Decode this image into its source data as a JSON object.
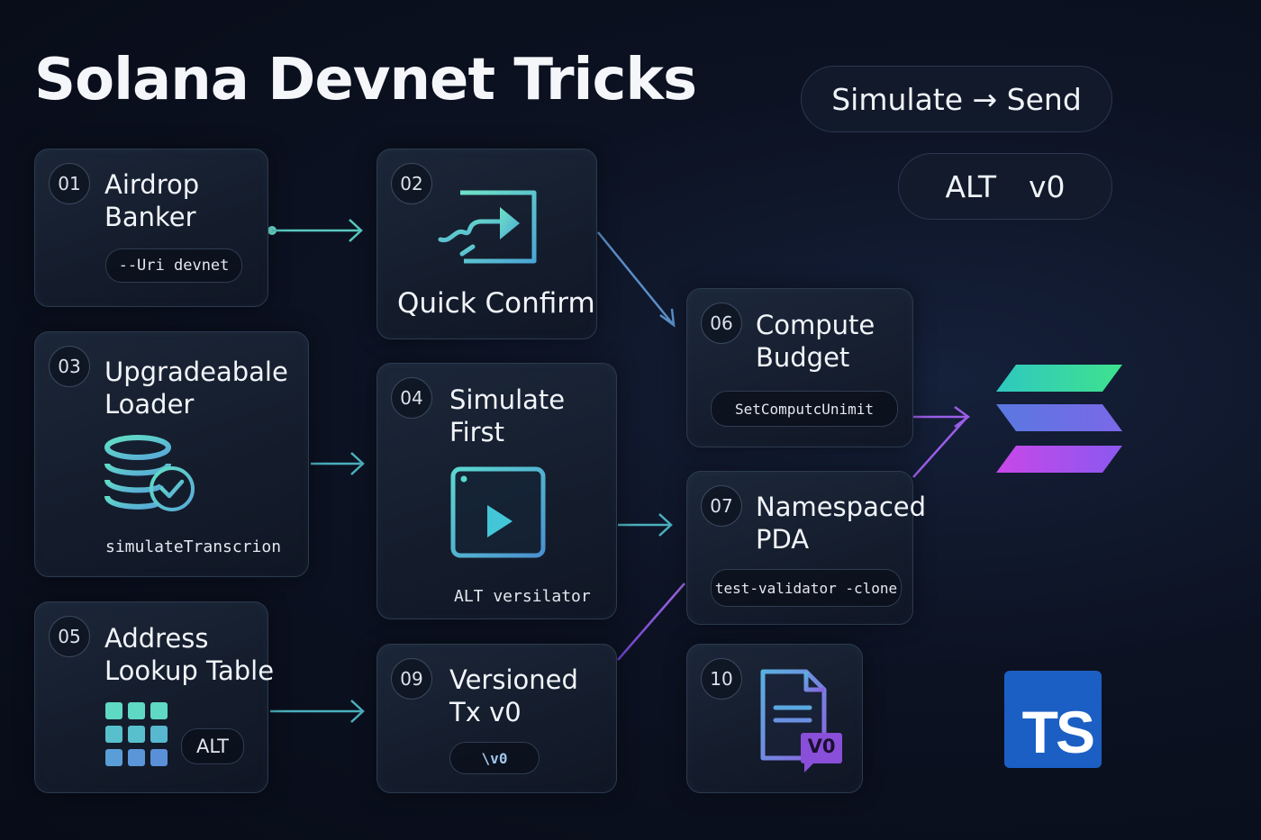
{
  "title": "Solana Devnet Tricks",
  "badges": {
    "simulate_send": "Simulate → Send",
    "alt": "ALT",
    "v0": "v0"
  },
  "cards": {
    "c01": {
      "num": "01",
      "line1": "Airdrop",
      "line2": "Banker",
      "code": "--Uri devnet"
    },
    "c02": {
      "num": "02",
      "label": "Quick Confirm",
      "icon": "transfer-arrow-icon"
    },
    "c03": {
      "num": "03",
      "line1": "Upgradeabale",
      "line2": "Loader",
      "code": "simulateTranscrion",
      "icon": "database-check-icon"
    },
    "c04": {
      "num": "04",
      "line1": "Simulate",
      "line2": "First",
      "code": "ALT versilator",
      "icon": "play-window-icon"
    },
    "c05": {
      "num": "05",
      "line1": "Address",
      "line2": "Lookup Table",
      "code": "ALT",
      "icon": "grid-table-icon"
    },
    "c06": {
      "num": "06",
      "line1": "Compute",
      "line2": "Budget",
      "code": "SetComputcUnimit"
    },
    "c07": {
      "num": "07",
      "line1": "Namespaced",
      "line2": "PDA",
      "code": "test-validator -clone"
    },
    "c09": {
      "num": "09",
      "line1": "Versioned",
      "line2": "Tx v0",
      "code": "\\v0"
    },
    "c10": {
      "num": "10",
      "doc_badge": "V0",
      "icon": "document-v0-icon"
    }
  },
  "logos": {
    "solana": "solana-logo-icon",
    "typescript": "TS"
  },
  "colors": {
    "background": "#0a0f1c",
    "teal": "#5fd9c8",
    "purple": "#a060e8",
    "card_border": "#2c3a4f"
  }
}
